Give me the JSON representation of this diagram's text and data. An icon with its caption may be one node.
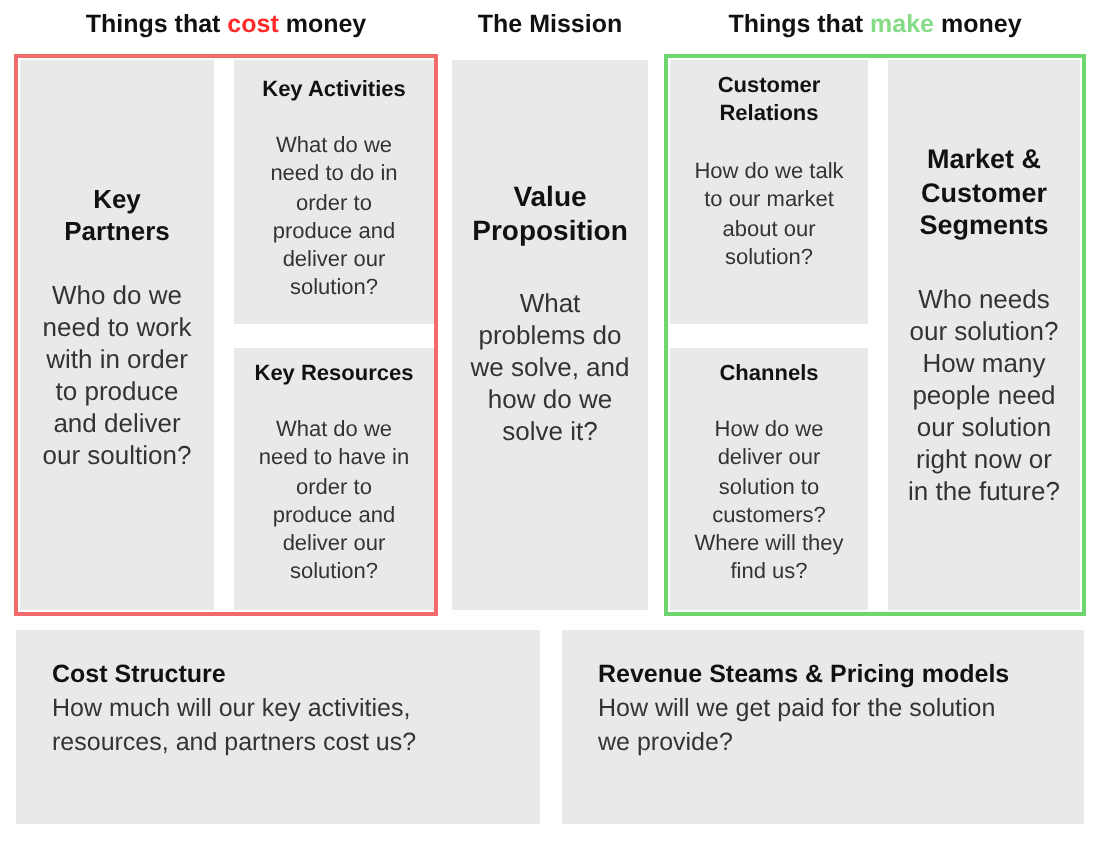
{
  "diagram": {
    "nodes": [
      {
        "text": [
          "Things that **cost** money"
        ]
      },
      {
        "text": [
          "Key Partners",
          "Who do we need to work with in order to produce and deliver our soultion?"
        ],
        "in": 0
      },
      {
        "text": [
          "Key Activities",
          "What do we need to do in order to produce and deliver our solution?"
        ],
        "in": 0
      },
      {
        "text": [
          "Key Resources",
          "What do we need to have in order to produce and deliver our solution?"
        ],
        "in": 0
      },
      {
        "text": [
          "The Mission",
          "Value Proposition",
          "What problems do we solve, and how do we solve it?"
        ]
      },
      {
        "text": [
          "Things that **make** money"
        ]
      },
      {
        "text": [
          "Customer Relations",
          "How do we talk to our market about our solution?"
        ],
        "in": 5
      },
      {
        "text": [
          "Channels",
          "How do we deliver our solution to customers? Where will they find us?"
        ],
        "in": 5
      },
      {
        "text": [
          "Market & Customer Segments",
          "Who needs our solution? How many people need our solution right now or in the future?"
        ],
        "in": 5
      },
      {
        "text": [
          "Cost Structure",
          "How much will our key activities, resources, and partners cost us?"
        ]
      },
      {
        "text": [
          "Revenue Steams & Pricing models",
          "How will we get paid for the solution we provide?"
        ]
      }
    ]
  }
}
